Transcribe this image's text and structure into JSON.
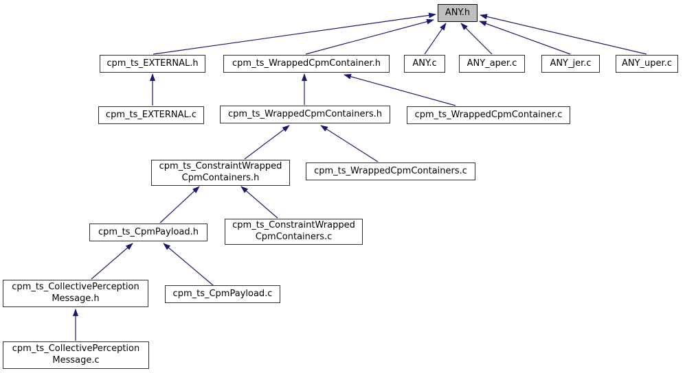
{
  "diagram": {
    "kind": "include-dependency-graph",
    "arrow_color": "#191970",
    "node_fill": "#ffffff",
    "node_border_color": "#2e2e2e",
    "current_node_fill": "#bfbfbf",
    "current_node": "ANY.h"
  },
  "nodes": [
    {
      "id": "any-h",
      "label": "ANY.h"
    },
    {
      "id": "external-h",
      "label": "cpm_ts_EXTERNAL.h"
    },
    {
      "id": "wrappedcpmcontainer-h",
      "label": "cpm_ts_WrappedCpmContainer.h"
    },
    {
      "id": "any-c",
      "label": "ANY.c"
    },
    {
      "id": "any-aper-c",
      "label": "ANY_aper.c"
    },
    {
      "id": "any-jer-c",
      "label": "ANY_jer.c"
    },
    {
      "id": "any-uper-c",
      "label": "ANY_uper.c"
    },
    {
      "id": "external-c",
      "label": "cpm_ts_EXTERNAL.c"
    },
    {
      "id": "wrappedcpmcontainers-h",
      "label": "cpm_ts_WrappedCpmContainers.h"
    },
    {
      "id": "wrappedcpmcontainer-c",
      "label": "cpm_ts_WrappedCpmContainer.c"
    },
    {
      "id": "constraintwrapped-h",
      "label": "cpm_ts_ConstraintWrapped\nCpmContainers.h"
    },
    {
      "id": "wrappedcpmcontainers-c",
      "label": "cpm_ts_WrappedCpmContainers.c"
    },
    {
      "id": "cpmpayload-h",
      "label": "cpm_ts_CpmPayload.h"
    },
    {
      "id": "constraintwrapped-c",
      "label": "cpm_ts_ConstraintWrapped\nCpmContainers.c"
    },
    {
      "id": "collectiveperceptionmessage-h",
      "label": "cpm_ts_CollectivePerception\nMessage.h"
    },
    {
      "id": "cpmpayload-c",
      "label": "cpm_ts_CpmPayload.c"
    },
    {
      "id": "collectiveperceptionmessage-c",
      "label": "cpm_ts_CollectivePerception\nMessage.c"
    }
  ],
  "edges": [
    {
      "from": "cpm_ts_EXTERNAL.h",
      "to": "ANY.h"
    },
    {
      "from": "cpm_ts_WrappedCpmContainer.h",
      "to": "ANY.h"
    },
    {
      "from": "ANY.c",
      "to": "ANY.h"
    },
    {
      "from": "ANY_aper.c",
      "to": "ANY.h"
    },
    {
      "from": "ANY_jer.c",
      "to": "ANY.h"
    },
    {
      "from": "ANY_uper.c",
      "to": "ANY.h"
    },
    {
      "from": "cpm_ts_EXTERNAL.c",
      "to": "cpm_ts_EXTERNAL.h"
    },
    {
      "from": "cpm_ts_WrappedCpmContainers.h",
      "to": "cpm_ts_WrappedCpmContainer.h"
    },
    {
      "from": "cpm_ts_WrappedCpmContainer.c",
      "to": "cpm_ts_WrappedCpmContainer.h"
    },
    {
      "from": "cpm_ts_ConstraintWrappedCpmContainers.h",
      "to": "cpm_ts_WrappedCpmContainers.h"
    },
    {
      "from": "cpm_ts_WrappedCpmContainers.c",
      "to": "cpm_ts_WrappedCpmContainers.h"
    },
    {
      "from": "cpm_ts_CpmPayload.h",
      "to": "cpm_ts_ConstraintWrappedCpmContainers.h"
    },
    {
      "from": "cpm_ts_ConstraintWrappedCpmContainers.c",
      "to": "cpm_ts_ConstraintWrappedCpmContainers.h"
    },
    {
      "from": "cpm_ts_CollectivePerceptionMessage.h",
      "to": "cpm_ts_CpmPayload.h"
    },
    {
      "from": "cpm_ts_CpmPayload.c",
      "to": "cpm_ts_CpmPayload.h"
    },
    {
      "from": "cpm_ts_CollectivePerceptionMessage.c",
      "to": "cpm_ts_CollectivePerceptionMessage.h"
    }
  ]
}
